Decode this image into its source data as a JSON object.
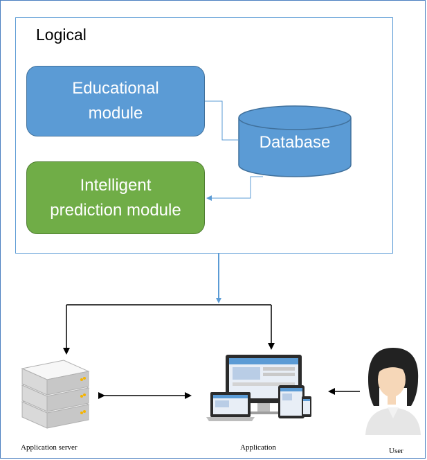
{
  "logical": {
    "title": "Logical"
  },
  "modules": {
    "educational": "Educational module",
    "prediction": "Intelligent prediction module",
    "database": "Database"
  },
  "nodes": {
    "server": "Application server",
    "application": "Application",
    "user": "User"
  },
  "colors": {
    "blue_module": "#5b9bd5",
    "green_module": "#70ad47",
    "connector": "#5b9bd5",
    "arrow": "#000000"
  },
  "icons": [
    "server-stack-icon",
    "devices-icon",
    "user-avatar-icon"
  ]
}
